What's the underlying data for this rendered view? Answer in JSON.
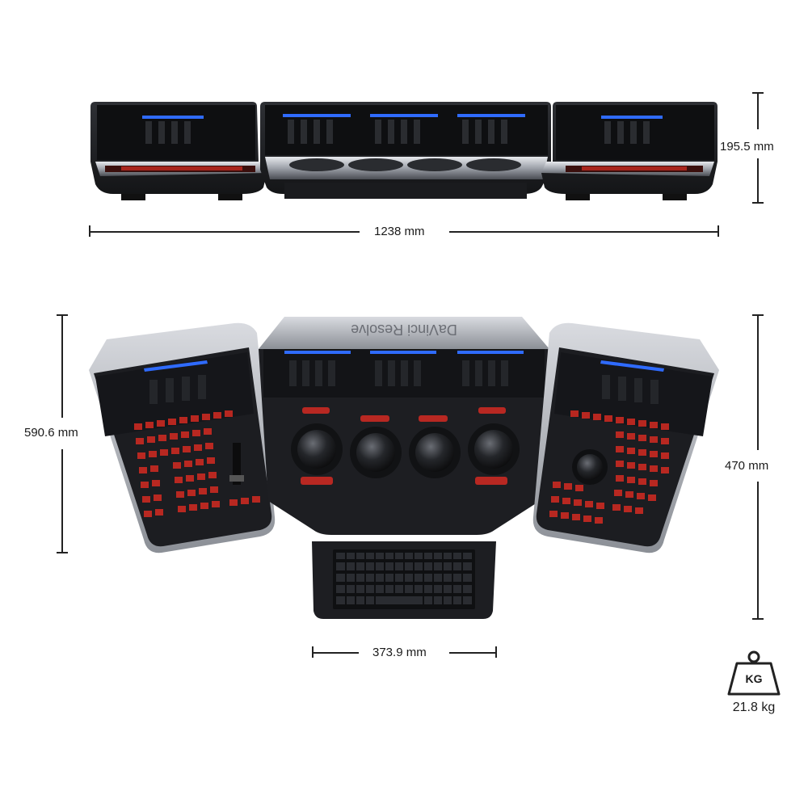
{
  "product": {
    "logo_text": "DaVinci Resolve"
  },
  "dimensions": {
    "front_height": "195.5 mm",
    "total_width": "1238 mm",
    "left_depth": "590.6 mm",
    "center_depth": "470 mm",
    "keyboard_width": "373.9 mm"
  },
  "weight": {
    "unit_label": "KG",
    "value": "21.8 kg"
  },
  "colors": {
    "panel_dark": "#1c1d21",
    "panel_mid": "#2c2e33",
    "chrome": "#b9bcc2",
    "lcd_blue": "#2f6bff",
    "key_red": "#d42a22",
    "line": "#222222"
  }
}
